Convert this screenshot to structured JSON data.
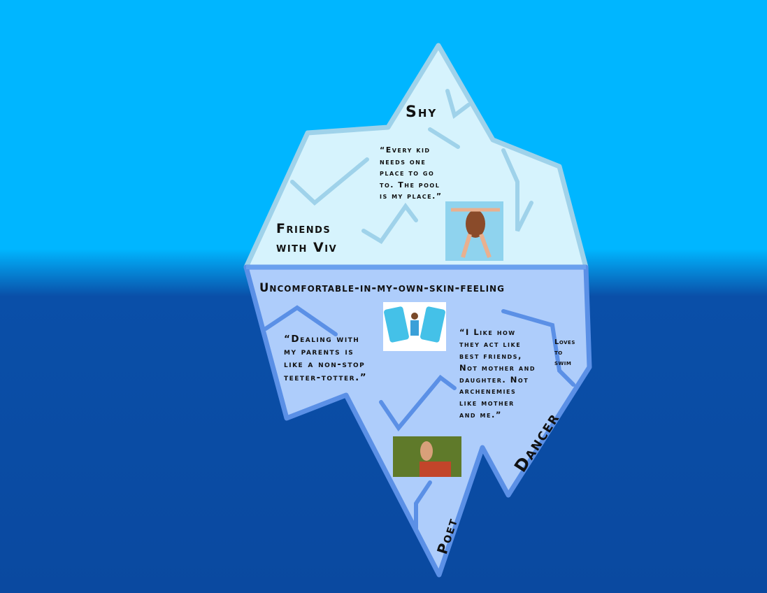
{
  "colors": {
    "sky": "#00b6ff",
    "sea": "#0a49a0",
    "iceberg_top": "#d6f3fd",
    "iceberg_bottom": "#aecdfb",
    "top_outline": "#9fd2ea",
    "bottom_outline": "#5b90e6"
  },
  "above_water": {
    "shy": "Shy",
    "friends": "Friends\nwith Viv",
    "quote": "“Every kid\nneeds one\nplace to go\nto. The pool\nis my place.”"
  },
  "below_water": {
    "uncomfortable": "Uncomfortable-in-my-own-skin-feeling",
    "quote_parents": "“Dealing with\nmy parents is\nlike a non-stop\nteeter-totter.”",
    "quote_friends": "“I Like how\nthey act like\nbest friends,\nNot mother and\ndaughter. Not\narchenemies\nlike mother\nand me.”",
    "loves_swim": "Loves\nto\nswim",
    "dancer": "Dancer",
    "poet": "Poet"
  },
  "images": [
    "pool-swimmer-image",
    "phone-friends-illustration",
    "dancer-photo"
  ]
}
